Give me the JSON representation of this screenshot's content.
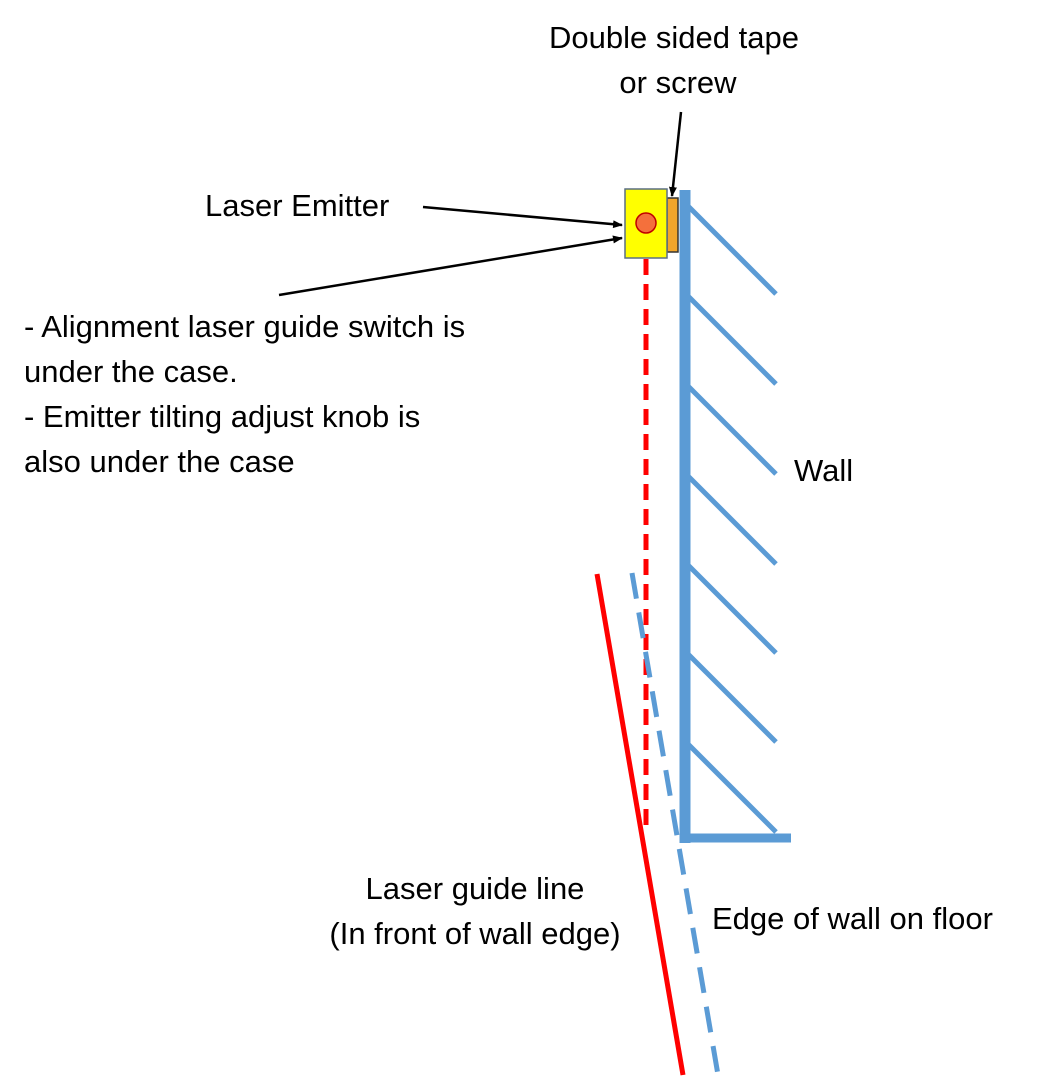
{
  "labels": {
    "tape_line1": "Double sided tape",
    "tape_line2": "or screw",
    "laser_emitter": "Laser Emitter",
    "note_line1": "- Alignment laser guide switch is",
    "note_line2": "under the case.",
    "note_line3": "- Emitter tilting adjust knob is",
    "note_line4": "also under the case",
    "wall": "Wall",
    "guide_line1": "Laser guide line",
    "guide_line2": "(In front of wall edge)",
    "edge": "Edge of wall on floor"
  },
  "colors": {
    "wall": "#5b9bd5",
    "laser": "#ff0000",
    "emitter_body": "#ffff00",
    "emitter_dot": "#f4703c",
    "tape": "#f2a52a",
    "text": "#000000"
  }
}
